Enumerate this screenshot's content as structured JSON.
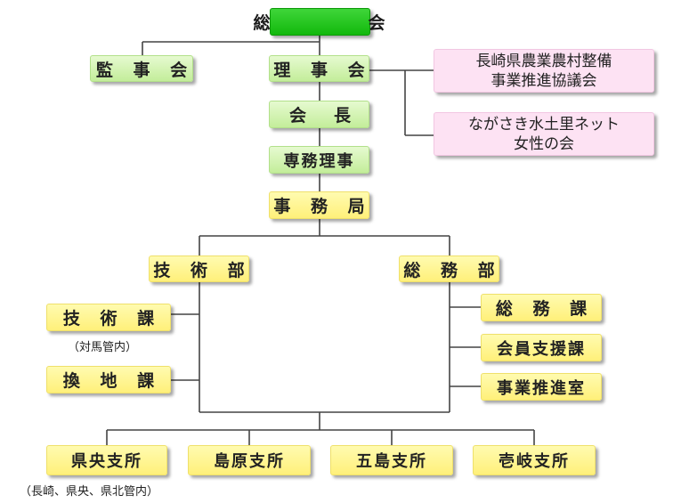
{
  "top": {
    "soukai": "総　　会"
  },
  "upper": {
    "kanjikai": "監 事 会",
    "rijikai": "理 事 会",
    "kaicho": "会　長",
    "senmu": "専務理事",
    "jimukyoku": "事 務 局"
  },
  "external": {
    "kyogikai": "長崎県農業農村整備\n事業推進協議会",
    "network": "ながさき水土里ネット\n女性の会"
  },
  "departments": {
    "gijutsubu": "技 術 部",
    "somubu": "総 務 部"
  },
  "left_sections": {
    "gijutsuka": "技 術 課",
    "gijutsuka_note": "（対馬管内）",
    "kanchika": "換 地 課"
  },
  "right_sections": {
    "somuka": "総 務 課",
    "kaiin": "会員支援課",
    "suishin": "事業推進室"
  },
  "branches": {
    "kenou": "県央支所",
    "kenou_note": "（長崎、県央、県北管内）",
    "shimabara": "島原支所",
    "goto": "五島支所",
    "iki": "壱岐支所"
  },
  "colors": {
    "top_box": "#12b80c",
    "green_box": "#c3ed9a",
    "yellow_box": "#fff07a",
    "pink_box": "#fde2f3",
    "line": "#444444"
  }
}
